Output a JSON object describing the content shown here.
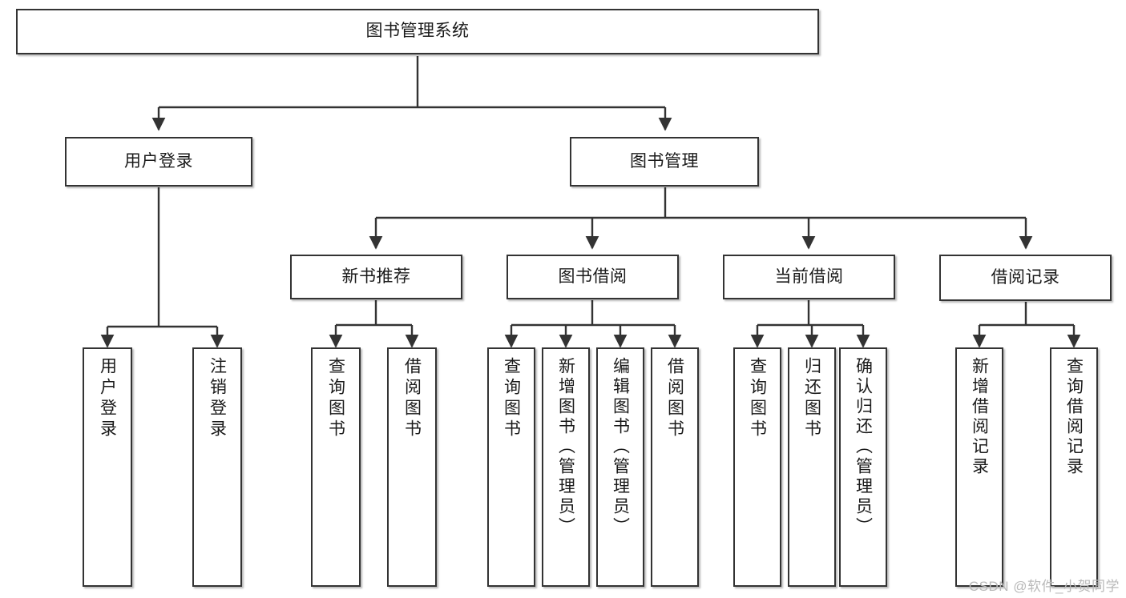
{
  "diagram": {
    "title": "图书管理系统",
    "type": "tree",
    "orientation": "top-down",
    "style": {
      "box_fill": "#ffffff",
      "box_stroke": "#333333",
      "text_color": "#1a1a1a",
      "edge_color": "#333333",
      "background": "#ffffff",
      "watermark_color": "#b9b9b9"
    },
    "root": {
      "label": "图书管理系统"
    },
    "level2": [
      {
        "label": "用户登录"
      },
      {
        "label": "图书管理"
      }
    ],
    "level3": [
      {
        "label": "新书推荐"
      },
      {
        "label": "图书借阅"
      },
      {
        "label": "当前借阅"
      },
      {
        "label": "借阅记录"
      }
    ],
    "leaves": {
      "user_login": [
        {
          "label": "用户登录"
        },
        {
          "label": "注销登录"
        }
      ],
      "new_book_recommend": [
        {
          "label": "查询图书"
        },
        {
          "label": "借阅图书"
        }
      ],
      "book_borrow": [
        {
          "label": "查询图书"
        },
        {
          "label": "新增图书（管理员）"
        },
        {
          "label": "编辑图书（管理员）"
        },
        {
          "label": "借阅图书"
        }
      ],
      "current_borrow": [
        {
          "label": "查询图书"
        },
        {
          "label": "归还图书"
        },
        {
          "label": "确认归还（管理员）"
        }
      ],
      "borrow_record": [
        {
          "label": "新增借阅记录"
        },
        {
          "label": "查询借阅记录"
        }
      ]
    }
  },
  "watermark": {
    "text": "CSDN @软件_小贺同学"
  }
}
